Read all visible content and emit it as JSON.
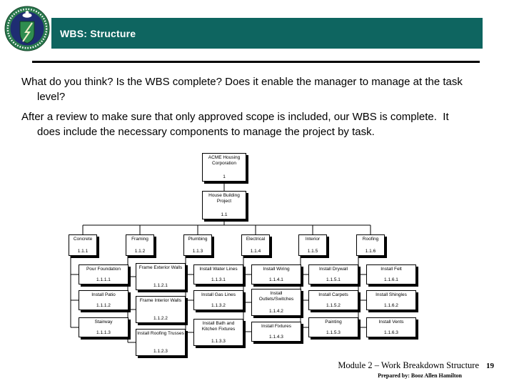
{
  "header": {
    "title": "WBS: Structure"
  },
  "icons": {
    "logo": "doe-seal"
  },
  "colors": {
    "header_bar": "#0e6560",
    "box_border": "#000000",
    "box_shadow": "#000000",
    "text": "#000000"
  },
  "body": {
    "paragraphs": [
      "What do you think? Is the WBS complete? Does it enable the manager to manage at the task level?",
      "After a review to make sure that only approved scope is included, our WBS is complete.  It does include the necessary components to manage the project by task."
    ]
  },
  "wbs": {
    "root": {
      "label": "ACME Housing Corporation",
      "code": "1"
    },
    "project": {
      "label": "House Building Project",
      "code": "1.1"
    },
    "branches": [
      {
        "label": "Concrete",
        "code": "1.1.1",
        "children": [
          {
            "label": "Pour Foundation",
            "code": "1.1.1.1"
          },
          {
            "label": "Install Patio",
            "code": "1.1.1.2"
          },
          {
            "label": "Stairway",
            "code": "1.1.1.3"
          }
        ]
      },
      {
        "label": "Framing",
        "code": "1.1.2",
        "children": [
          {
            "label": "Frame Exterior Walls",
            "code": "1.1.2.1"
          },
          {
            "label": "Frame Interior Walls",
            "code": "1.1.2.2"
          },
          {
            "label": "Install Roofing Trusses",
            "code": "1.1.2.3"
          }
        ]
      },
      {
        "label": "Plumbing",
        "code": "1.1.3",
        "children": [
          {
            "label": "Install Water Lines",
            "code": "1.1.3.1"
          },
          {
            "label": "Install Gas Lines",
            "code": "1.1.3.2"
          },
          {
            "label": "Install Bath and Kitchen Fixtures",
            "code": "1.1.3.3"
          }
        ]
      },
      {
        "label": "Electrical",
        "code": "1.1.4",
        "children": [
          {
            "label": "Install Wiring",
            "code": "1.1.4.1"
          },
          {
            "label": "Install Outlets/Switches",
            "code": "1.1.4.2"
          },
          {
            "label": "Install Fixtures",
            "code": "1.1.4.3"
          }
        ]
      },
      {
        "label": "Interior",
        "code": "1.1.5",
        "children": [
          {
            "label": "Install Drywall",
            "code": "1.1.5.1"
          },
          {
            "label": "Install Carpets",
            "code": "1.1.5.2"
          },
          {
            "label": "Painting",
            "code": "1.1.5.3"
          }
        ]
      },
      {
        "label": "Roofing",
        "code": "1.1.6",
        "children": [
          {
            "label": "Install Felt",
            "code": "1.1.6.1"
          },
          {
            "label": "Install Shingles",
            "code": "1.1.6.2"
          },
          {
            "label": "Install Vents",
            "code": "1.1.6.3"
          }
        ]
      }
    ]
  },
  "footer": {
    "module": "Module 2 – Work Breakdown Structure",
    "page": "19",
    "prepared_by": "Prepared by: Booz Allen Hamilton"
  }
}
